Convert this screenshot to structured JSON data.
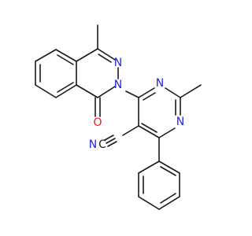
{
  "diagram": {
    "type": "skeletal-structure",
    "colors": {
      "bond": "#1a1a1a",
      "carbon_label": "#1a1a1a",
      "nitrogen": "#2323e6",
      "oxygen": "#e02020",
      "background": "#ffffff"
    },
    "labels": {
      "phthalazine_n_upper": "N",
      "phthalazine_n_lower": "N",
      "carbonyl_o": "O",
      "pyrimidine_n_top": "N",
      "pyrimidine_n_right": "N",
      "nitrile_n": "N",
      "nitrile_n_c": "C"
    }
  }
}
